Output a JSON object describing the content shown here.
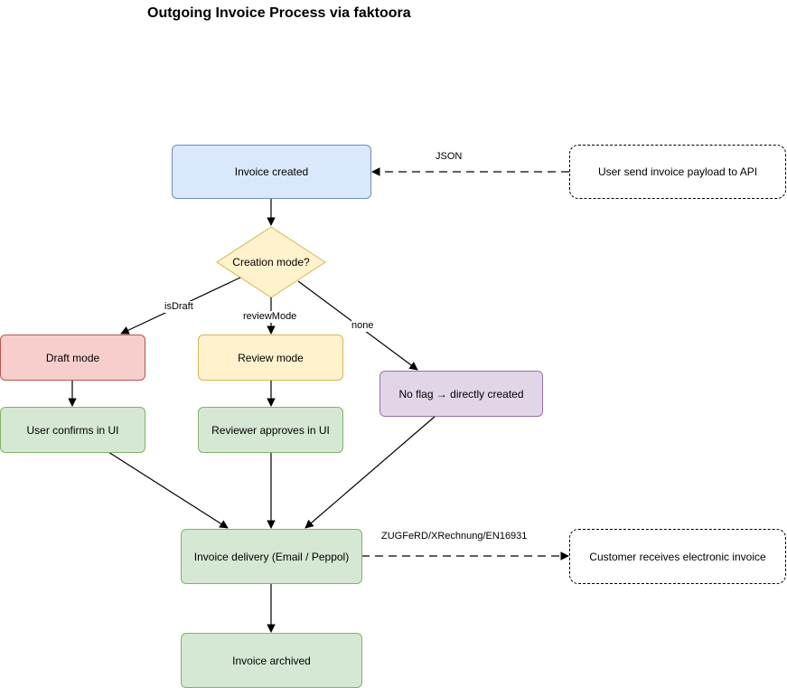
{
  "title": "Outgoing Invoice Process via faktoora",
  "nodes": {
    "invoice_created": "Invoice created",
    "user_payload": "User send invoice payload to API",
    "creation_mode": "Creation mode?",
    "draft_mode": "Draft mode",
    "review_mode": "Review mode",
    "no_flag": "No flag → directly created",
    "user_confirms": "User confirms in UI",
    "reviewer_approves": "Reviewer approves in UI",
    "invoice_delivery": "Invoice delivery (Email / Peppol)",
    "customer_receives": "Customer receives electronic invoice",
    "invoice_archived": "Invoice archived"
  },
  "edges": {
    "json": "JSON",
    "is_draft": "isDraft",
    "review_mode": "reviewMode",
    "none": "none",
    "formats": "ZUGFeRD/XRechnung/EN16931"
  },
  "colors": {
    "blue_fill": "#dae8fc",
    "red_fill": "#f8cecc",
    "yellow_fill": "#fff2cc",
    "green_fill": "#d5e8d4",
    "purple_fill": "#e1d5e7"
  }
}
